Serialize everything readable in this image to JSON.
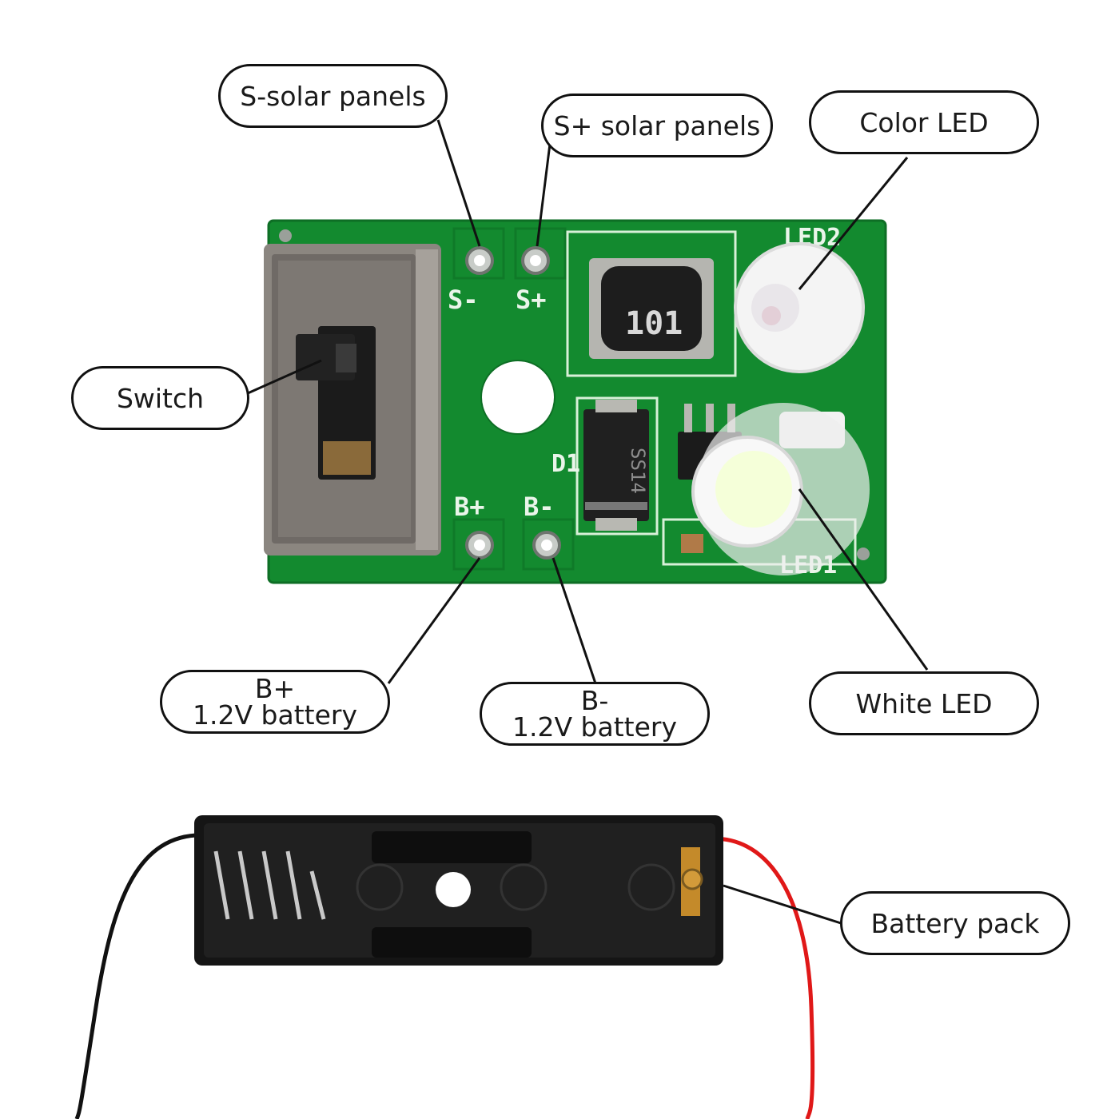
{
  "callouts": {
    "s_minus": {
      "text": "S-solar panels"
    },
    "s_plus": {
      "text": "S+ solar panels"
    },
    "color_led": {
      "text": "Color LED"
    },
    "switch": {
      "text": "Switch"
    },
    "b_plus": {
      "line1": "B+",
      "line2": "1.2V battery"
    },
    "b_minus": {
      "line1": "B-",
      "line2": "1.2V battery"
    },
    "white_led": {
      "text": "White LED"
    },
    "battery_pack": {
      "text": "Battery pack"
    }
  },
  "board_silkscreen": {
    "s_minus": "S-",
    "s_plus": "S+",
    "b_plus": "B+",
    "b_minus": "B-",
    "led2": "LED2",
    "led1": "LED1",
    "d1": "D1",
    "inductor": "101",
    "diode": "SS14"
  },
  "colors": {
    "pcb": "#138a2f",
    "pcb_dark": "#0e6e25",
    "switch_metal": "#8b8680",
    "holder": "#151515",
    "wire_red": "#e01818",
    "wire_black": "#111111",
    "leader": "#111111"
  }
}
